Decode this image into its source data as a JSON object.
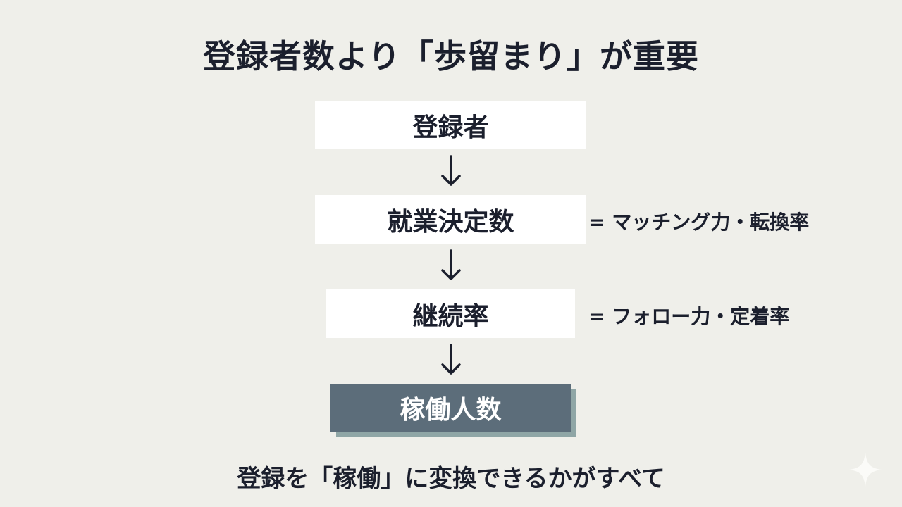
{
  "title": "登録者数より「歩留まり」が重要",
  "flow": {
    "steps": [
      {
        "label": "登録者"
      },
      {
        "label": "就業決定数",
        "note": "= マッチング力・転換率"
      },
      {
        "label": "継続率",
        "note": "= フォロー力・定着率"
      },
      {
        "label": "稼働人数"
      }
    ],
    "arrow_icon": "down-arrow-icon"
  },
  "footer": "登録を「稼働」に変換できるかがすべて",
  "colors": {
    "background": "#efefea",
    "box": "#ffffff",
    "result_box": "#5c6d7a",
    "result_shadow": "#8fa6a6",
    "text": "#1b1f2d"
  },
  "watermark_icon": "sparkle-icon"
}
